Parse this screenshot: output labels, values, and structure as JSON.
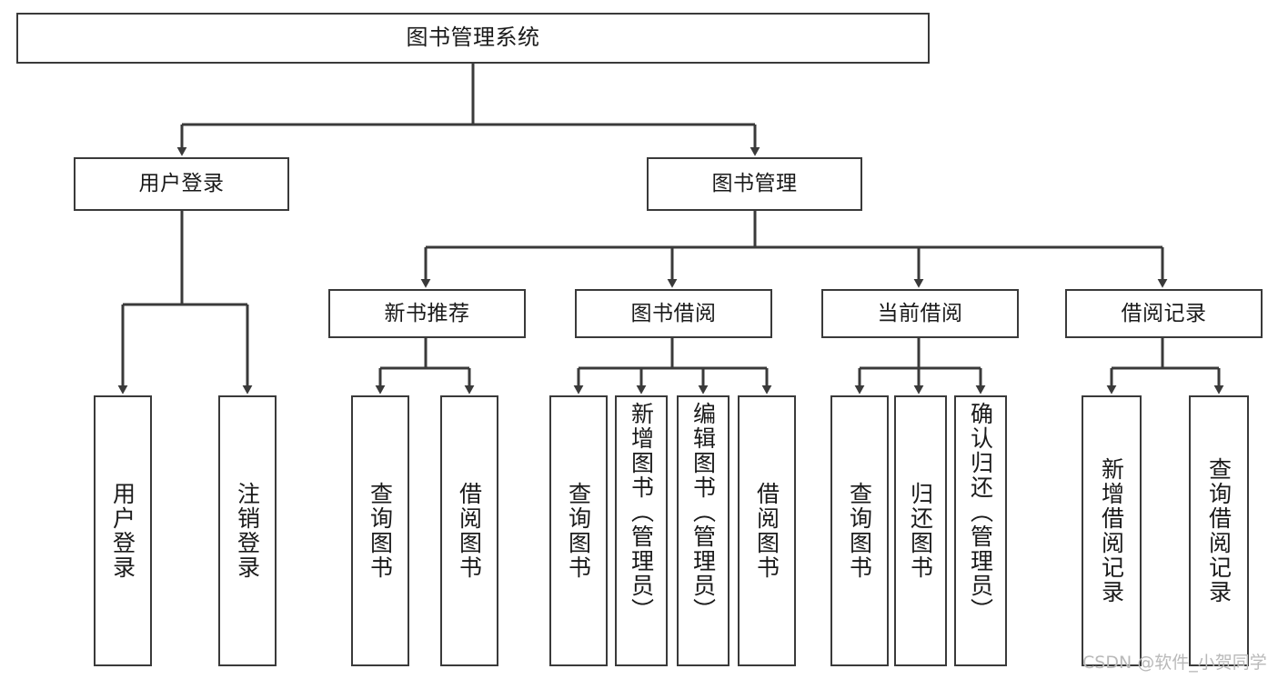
{
  "diagram": {
    "type": "hierarchy-tree",
    "title": "图书管理系统",
    "watermark": "CSDN @软件_小贺同学",
    "colors": {
      "box_border": "#3a3a3a",
      "box_fill": "#ffffff",
      "connector": "#3a3a3a",
      "text": "#1a1a1a",
      "watermark": "#b9b9b9"
    },
    "nodes": {
      "root": {
        "label": "图书管理系统"
      },
      "level1": [
        {
          "label": "用户登录"
        },
        {
          "label": "图书管理"
        }
      ],
      "level2": [
        {
          "label": "新书推荐"
        },
        {
          "label": "图书借阅"
        },
        {
          "label": "当前借阅"
        },
        {
          "label": "借阅记录"
        }
      ],
      "leaves": [
        {
          "label": "用户登录",
          "parent": "用户登录"
        },
        {
          "label": "注销登录",
          "parent": "用户登录"
        },
        {
          "label": "查询图书",
          "parent": "新书推荐"
        },
        {
          "label": "借阅图书",
          "parent": "新书推荐"
        },
        {
          "label": "查询图书",
          "parent": "图书借阅"
        },
        {
          "label": "新增图书（管理员）",
          "parent": "图书借阅"
        },
        {
          "label": "编辑图书（管理员）",
          "parent": "图书借阅"
        },
        {
          "label": "借阅图书",
          "parent": "图书借阅"
        },
        {
          "label": "查询图书",
          "parent": "当前借阅"
        },
        {
          "label": "归还图书",
          "parent": "当前借阅"
        },
        {
          "label": "确认归还（管理员）",
          "parent": "当前借阅"
        },
        {
          "label": "新增借阅记录",
          "parent": "借阅记录"
        },
        {
          "label": "查询借阅记录",
          "parent": "借阅记录"
        }
      ]
    }
  }
}
